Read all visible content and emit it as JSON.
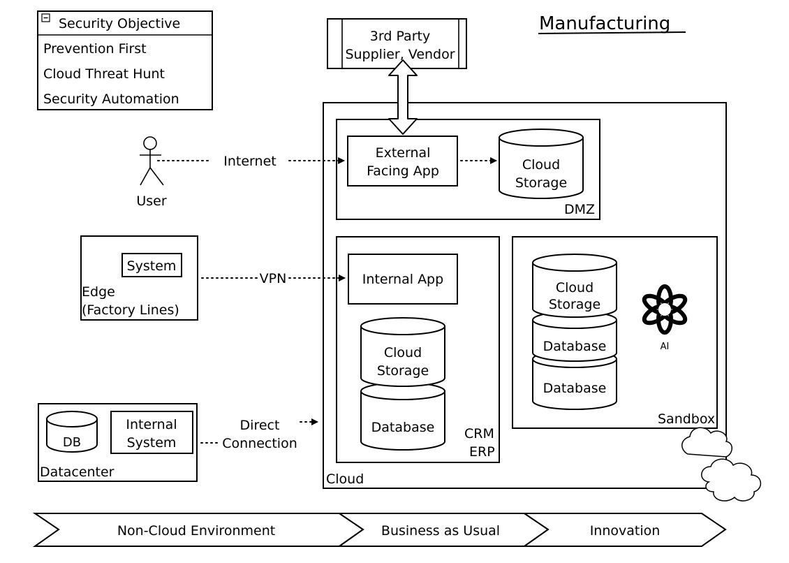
{
  "title": "Manufacturing",
  "legend": {
    "collapse_icon": "minus-box-icon",
    "heading": "Security Objective",
    "items": [
      "Prevention First",
      "Cloud Threat Hunt",
      "Security Automation"
    ]
  },
  "third_party": {
    "line1": "3rd Party",
    "line2": "Supplier, Vendor"
  },
  "user": {
    "label": "User",
    "icon": "stick-figure-icon"
  },
  "connections": {
    "internet": "Internet",
    "vpn": "VPN",
    "direct_line1": "Direct",
    "direct_line2": "Connection"
  },
  "edge": {
    "system": "System",
    "line1": "Edge",
    "line2": "(Factory Lines)"
  },
  "datacenter": {
    "db": "DB",
    "system_line1": "Internal",
    "system_line2": "System",
    "label": "Datacenter"
  },
  "cloud": {
    "label": "Cloud",
    "icon": "cloud-icon",
    "dmz": {
      "label": "DMZ",
      "app_line1": "External",
      "app_line2": "Facing App",
      "storage_line1": "Cloud",
      "storage_line2": "Storage"
    },
    "crm": {
      "label_line1": "CRM",
      "label_line2": "ERP",
      "app": "Internal App",
      "storage_line1": "Cloud",
      "storage_line2": "Storage",
      "database": "Database"
    },
    "sandbox": {
      "label": "Sandbox",
      "storage_line1": "Cloud",
      "storage_line2": "Storage",
      "database1": "Database",
      "database2": "Database",
      "ai_label": "AI",
      "ai_icon": "openai-logo-icon"
    }
  },
  "phases": [
    "Non-Cloud Environment",
    "Business as Usual",
    "Innovation"
  ]
}
